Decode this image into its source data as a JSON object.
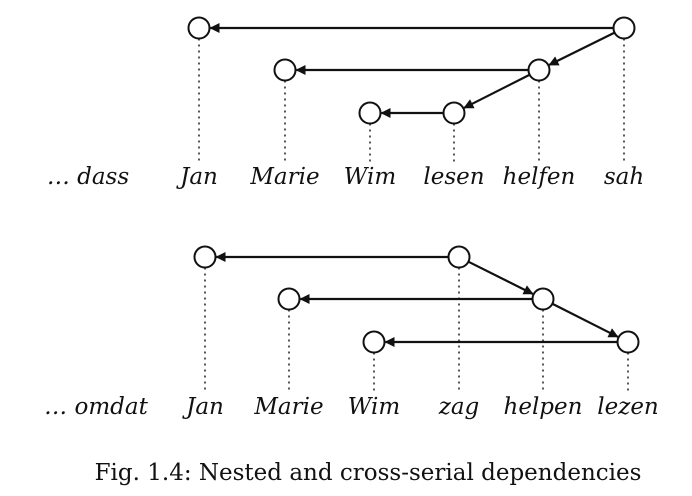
{
  "figure": {
    "caption": "Fig. 1.4: Nested and cross-serial dependencies",
    "diagrams": [
      {
        "name": "german-nested",
        "prefix": "… dass",
        "words": [
          "Jan",
          "Marie",
          "Wim",
          "lesen",
          "helfen",
          "sah"
        ],
        "nodes": [
          {
            "id": "Jan",
            "word": 0,
            "level": 1
          },
          {
            "id": "Marie",
            "word": 1,
            "level": 2
          },
          {
            "id": "Wim",
            "word": 2,
            "level": 3
          },
          {
            "id": "lesen",
            "word": 3,
            "level": 3
          },
          {
            "id": "helfen",
            "word": 4,
            "level": 2
          },
          {
            "id": "sah",
            "word": 5,
            "level": 1
          }
        ],
        "edges": [
          {
            "from": "sah",
            "to": "Jan"
          },
          {
            "from": "sah",
            "to": "helfen"
          },
          {
            "from": "helfen",
            "to": "Marie"
          },
          {
            "from": "helfen",
            "to": "lesen"
          },
          {
            "from": "lesen",
            "to": "Wim"
          }
        ]
      },
      {
        "name": "dutch-cross-serial",
        "prefix": "… omdat",
        "words": [
          "Jan",
          "Marie",
          "Wim",
          "zag",
          "helpen",
          "lezen"
        ],
        "nodes": [
          {
            "id": "Jan",
            "word": 0,
            "level": 1
          },
          {
            "id": "Marie",
            "word": 1,
            "level": 2
          },
          {
            "id": "Wim",
            "word": 2,
            "level": 3
          },
          {
            "id": "zag",
            "word": 3,
            "level": 1
          },
          {
            "id": "helpen",
            "word": 4,
            "level": 2
          },
          {
            "id": "lezen",
            "word": 5,
            "level": 3
          }
        ],
        "edges": [
          {
            "from": "zag",
            "to": "Jan"
          },
          {
            "from": "zag",
            "to": "helpen"
          },
          {
            "from": "helpen",
            "to": "Marie"
          },
          {
            "from": "helpen",
            "to": "lezen"
          },
          {
            "from": "lezen",
            "to": "Wim"
          }
        ]
      }
    ]
  }
}
